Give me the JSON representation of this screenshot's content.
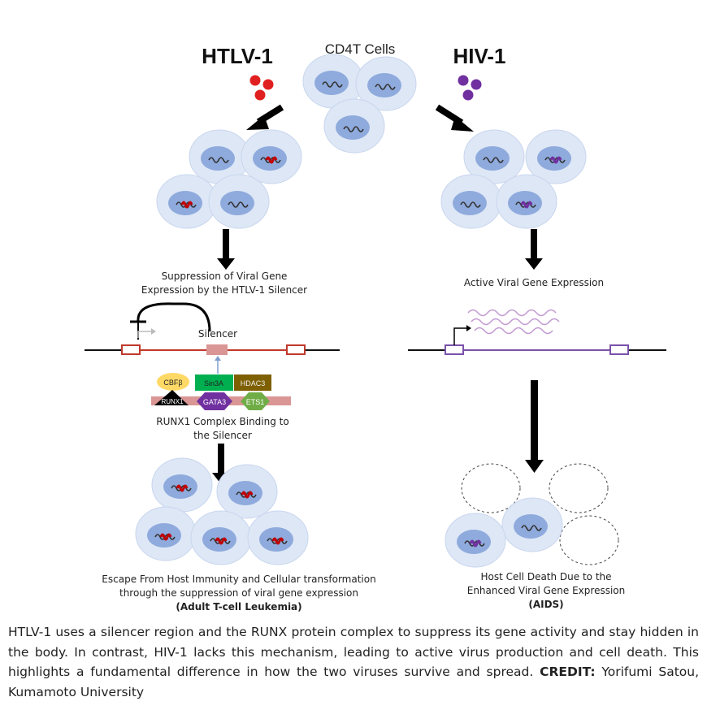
{
  "titles": {
    "htlv": "HTLV-1",
    "hiv": "HIV-1",
    "cd4": "CD4T Cells"
  },
  "left": {
    "suppression_line1": "Suppression of Viral Gene",
    "suppression_line2": "Expression by the HTLV-1 Silencer",
    "silencer": "Silencer",
    "protein_cbfb": "CBFβ",
    "protein_sin3a": "Sin3A",
    "protein_hdac3": "HDAC3",
    "protein_runx1": "RUNX1",
    "protein_gata3": "GATA3",
    "protein_ets1": "ETS1",
    "complex_line1": "RUNX1 Complex Binding to",
    "complex_line2": "the Silencer",
    "escape_line1": "Escape From Host Immunity and Cellular transformation",
    "escape_line2": "through the suppression of viral gene expression",
    "escape_line3": "(Adult T-cell Leukemia)"
  },
  "right": {
    "active": "Active Viral Gene Expression",
    "death_line1": "Host Cell Death Due to the",
    "death_line2": "Enhanced Viral Gene Expression",
    "death_line3": "(AIDS)"
  },
  "caption": {
    "body": "HTLV-1 uses a silencer region and the RUNX protein complex to suppress its gene activity and stay hidden in the body. In contrast, HIV-1 lacks this mechanism, leading to active virus production and cell death. This highlights a fundamental difference in how the two viruses survive and spread.",
    "credit_label": "CREDIT:",
    "credit_name": "Yorifumi Satou, Kumamoto University"
  },
  "colors": {
    "cell_outer": "#dde7f6",
    "cell_inner": "#8faadc",
    "htlv_virus": "#e02020",
    "hiv_virus": "#7030a0",
    "htlv_dna": "#c0392b",
    "hiv_dna": "#7b52ab",
    "cbfb": "#ffd966",
    "sin3a": "#00b050",
    "hdac3": "#7f6000",
    "gata3": "#7030a0",
    "ets1": "#70ad47",
    "bar": "#d99694"
  }
}
